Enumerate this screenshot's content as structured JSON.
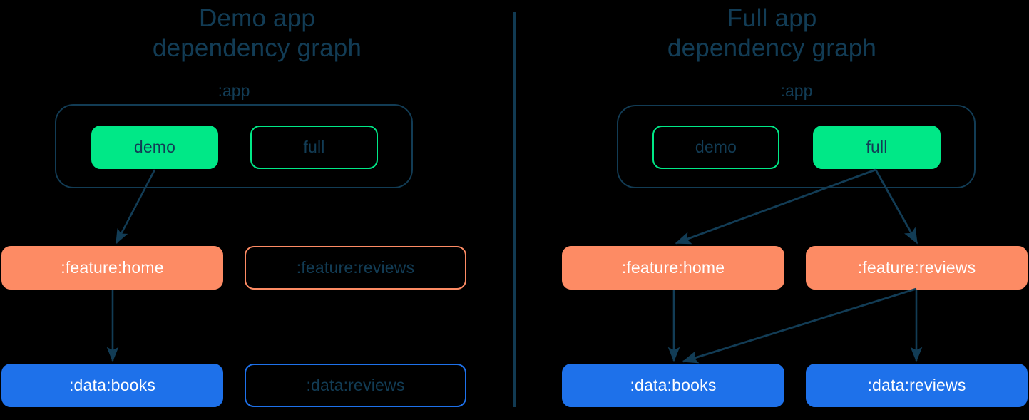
{
  "theme": {
    "background": "#000000",
    "title_color": "#123c55",
    "divider_color": "#113a52",
    "edge_color": "#123c55",
    "green_accent": "#00e887",
    "salmon_accent": "#fd8b64",
    "blue_accent": "#1e71ea",
    "label_on_fill": "#ffffff"
  },
  "panels": [
    {
      "id": "demo",
      "title": "Demo app\ndependency graph",
      "app_group": {
        "label": ":app",
        "chips": [
          {
            "label": "demo",
            "style": "filled",
            "color": "#00e887"
          },
          {
            "label": "full",
            "style": "outlined",
            "color": "#00e887"
          }
        ]
      },
      "feature_modules": [
        {
          "label": ":feature:home",
          "style": "filled",
          "color": "#fd8b64"
        },
        {
          "label": ":feature:reviews",
          "style": "outlined",
          "color": "#fd8b64"
        }
      ],
      "data_modules": [
        {
          "label": ":data:books",
          "style": "filled",
          "color": "#1e71ea"
        },
        {
          "label": ":data:reviews",
          "style": "outlined",
          "color": "#1e71ea"
        }
      ],
      "edges": [
        {
          "from": "demo",
          "to": ":feature:home"
        },
        {
          "from": ":feature:home",
          "to": ":data:books"
        }
      ]
    },
    {
      "id": "full",
      "title": "Full app\ndependency graph",
      "app_group": {
        "label": ":app",
        "chips": [
          {
            "label": "demo",
            "style": "outlined",
            "color": "#00e887"
          },
          {
            "label": "full",
            "style": "filled",
            "color": "#00e887"
          }
        ]
      },
      "feature_modules": [
        {
          "label": ":feature:home",
          "style": "filled",
          "color": "#fd8b64"
        },
        {
          "label": ":feature:reviews",
          "style": "filled",
          "color": "#fd8b64"
        }
      ],
      "data_modules": [
        {
          "label": ":data:books",
          "style": "filled",
          "color": "#1e71ea"
        },
        {
          "label": ":data:reviews",
          "style": "filled",
          "color": "#1e71ea"
        }
      ],
      "edges": [
        {
          "from": "full",
          "to": ":feature:home"
        },
        {
          "from": "full",
          "to": ":feature:reviews"
        },
        {
          "from": ":feature:home",
          "to": ":data:books"
        },
        {
          "from": ":feature:reviews",
          "to": ":data:books"
        },
        {
          "from": ":feature:reviews",
          "to": ":data:reviews"
        }
      ]
    }
  ]
}
